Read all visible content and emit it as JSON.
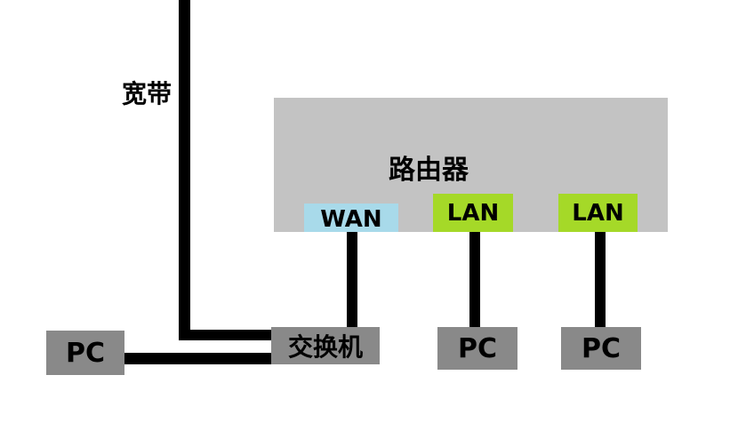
{
  "diagram": {
    "type": "network-topology",
    "background_color": "#ffffff",
    "line_color": "#000000",
    "colors": {
      "router_fill": "#c3c3c3",
      "device_fill": "#898989",
      "wan_port_fill": "#a8daea",
      "lan_port_fill": "#a5d928",
      "label_text": "#000000"
    },
    "labels": {
      "broadband": "宽带",
      "router": "路由器",
      "wan": "WAN",
      "lan1": "LAN",
      "lan2": "LAN",
      "switch": "交换机",
      "pc1": "PC",
      "pc2": "PC",
      "pc3": "PC"
    },
    "edges": [
      {
        "from": "broadband",
        "to": "switch"
      },
      {
        "from": "pc1",
        "to": "switch"
      },
      {
        "from": "switch",
        "to": "wan"
      },
      {
        "from": "lan1",
        "to": "pc2"
      },
      {
        "from": "lan2",
        "to": "pc3"
      }
    ]
  }
}
